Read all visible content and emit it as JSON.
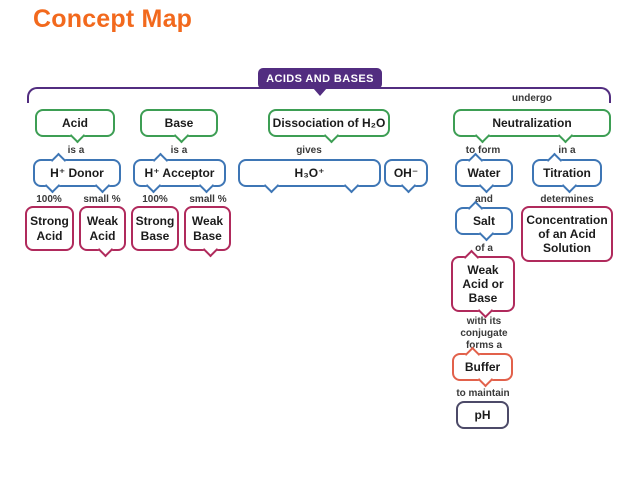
{
  "title": "Concept Map",
  "colors": {
    "title": "#F2691D",
    "root": "#522D80",
    "level1": "#3D9E54",
    "level2": "#3E76B5",
    "level3": "#B02A5C",
    "buffer": "#E2614B",
    "ph": "#4C4A68"
  },
  "root": {
    "label": "ACIDS AND BASES"
  },
  "nodes": {
    "acid": "Acid",
    "base": "Base",
    "dissociation": "Dissociation of H₂O",
    "neutralization": "Neutralization",
    "h_donor": "H⁺ Donor",
    "h_acceptor": "H⁺ Acceptor",
    "h3o": "H₃O⁺",
    "oh": "OH⁻",
    "water": "Water",
    "titration": "Titration",
    "strong_acid": "Strong Acid",
    "weak_acid": "Weak Acid",
    "strong_base": "Strong Base",
    "weak_base": "Weak Base",
    "salt": "Salt",
    "concentration": "Concentration of an Acid Solution",
    "weak_acid_or_base": "Weak Acid or Base",
    "buffer": "Buffer",
    "ph": "pH"
  },
  "edges": {
    "undergo": "undergo",
    "is_a_acid": "is a",
    "is_a_base": "is a",
    "gives": "gives",
    "to_form": "to form",
    "in_a": "in a",
    "pct100_acid": "100%",
    "smallpct_acid": "small %",
    "pct100_base": "100%",
    "smallpct_base": "small %",
    "and": "and",
    "determines": "determines",
    "of_a": "of a",
    "with_its_conjugate": "with its conjugate forms a",
    "to_maintain": "to maintain"
  }
}
